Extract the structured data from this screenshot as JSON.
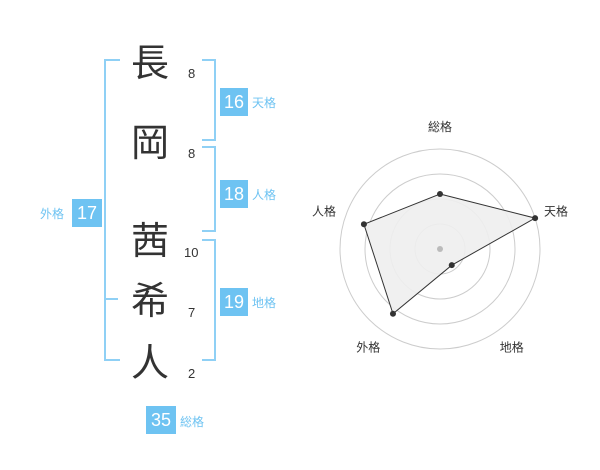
{
  "name": {
    "characters": [
      {
        "char": "長",
        "strokes": "8"
      },
      {
        "char": "岡",
        "strokes": "8"
      },
      {
        "char": "茜",
        "strokes": "10"
      },
      {
        "char": "希",
        "strokes": "7"
      },
      {
        "char": "人",
        "strokes": "2"
      }
    ]
  },
  "fortune": {
    "tenkaku": {
      "value": "16",
      "label": "天格"
    },
    "jinkaku": {
      "value": "18",
      "label": "人格"
    },
    "chikaku": {
      "value": "19",
      "label": "地格"
    },
    "gaikaku": {
      "value": "17",
      "label": "外格"
    },
    "soukaku": {
      "value": "35",
      "label": "総格"
    }
  },
  "chart_data": {
    "type": "radar",
    "axes": [
      "総格",
      "天格",
      "地格",
      "外格",
      "人格"
    ],
    "values": [
      0.55,
      1.0,
      0.2,
      0.8,
      0.8
    ],
    "max": 1,
    "rings": 4,
    "colors": {
      "fill": "#eeeeee",
      "line": "#333333",
      "ring": "#cccccc",
      "center": "#bbbbbb"
    }
  }
}
